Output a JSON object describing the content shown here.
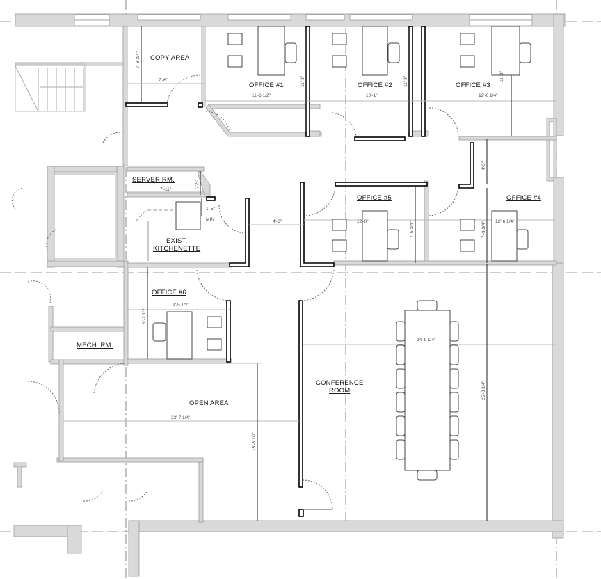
{
  "drawing": {
    "type": "architectural floor plan",
    "rooms": [
      {
        "id": "copy-area",
        "label": "COPY AREA",
        "dims": [
          "7'-8 3/4\"",
          "7'-6\""
        ]
      },
      {
        "id": "office-1",
        "label": "OFFICE #1",
        "dims": [
          "11'-6 1/2\"",
          "11'-3\""
        ]
      },
      {
        "id": "office-2",
        "label": "OFFICE #2",
        "dims": [
          "10'-1\"",
          "11'-3\""
        ]
      },
      {
        "id": "office-3",
        "label": "OFFICE #3",
        "dims": [
          "12'-6 1/4\"",
          "11'-3\""
        ]
      },
      {
        "id": "server-room",
        "label": "SERVER RM.",
        "dims": [
          "7'-11\"",
          "2'-5\""
        ]
      },
      {
        "id": "kitchenette",
        "label_line1": "EXIST.",
        "label_line2": "KITCHENETTE",
        "dims": [
          "1'-5\"",
          "MIN"
        ]
      },
      {
        "id": "office-5",
        "label": "OFFICE #5",
        "dims": [
          "12'-0\"",
          "7'-5 3/4\""
        ]
      },
      {
        "id": "office-4",
        "label": "OFFICE #4",
        "dims": [
          "12'-6 1/4\"",
          "7'-9 3/4\""
        ]
      },
      {
        "id": "office-6",
        "label": "OFFICE #6",
        "dims": [
          "9'-5 1/2\"",
          "9'-2 1/2\""
        ]
      },
      {
        "id": "mech-room",
        "label": "MECH. RM."
      },
      {
        "id": "open-area",
        "label": "OPEN AREA",
        "dims": [
          "23'-7 1/4\"",
          "15'-3 1/2\""
        ]
      },
      {
        "id": "conference-room",
        "label_line1": "CONFERENCE",
        "label_line2": "ROOM",
        "dims": [
          "24'-9 1/4\"",
          "25'-0 3/4\""
        ]
      }
    ],
    "corridor_dims": {
      "corridor_width": "4'-6\"",
      "office4_offset": "4'-5\""
    }
  }
}
